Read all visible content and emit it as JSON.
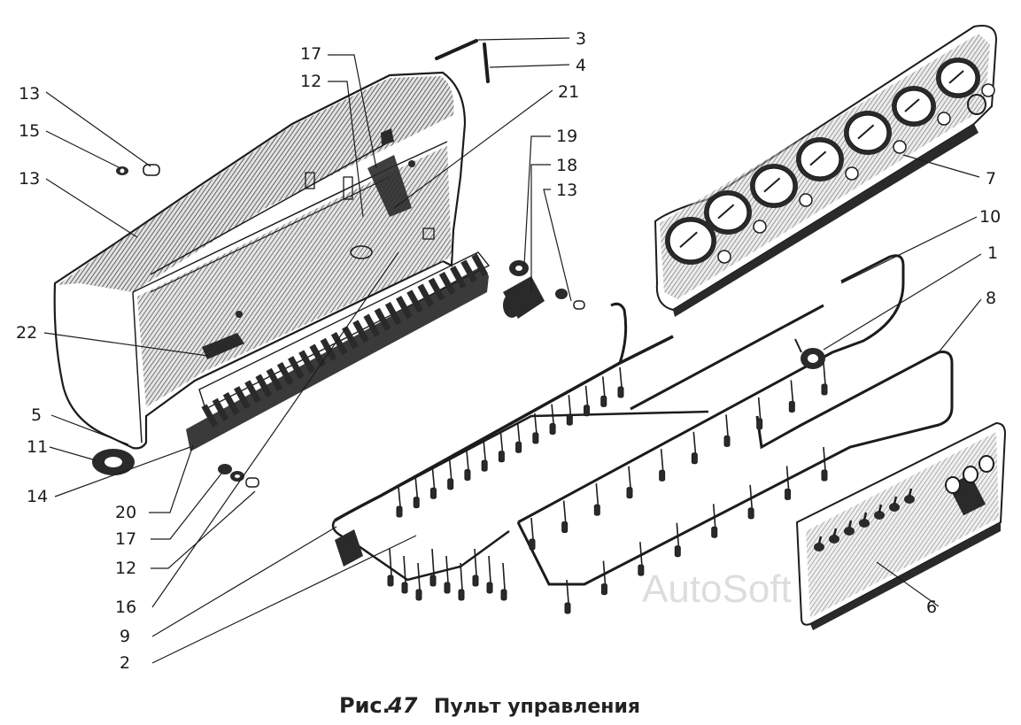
{
  "caption": {
    "prefix": "Рис.",
    "number": "47",
    "title": "Пульт управления"
  },
  "watermark": "AutoSoft",
  "labels": [
    "3",
    "4",
    "17",
    "12",
    "21",
    "13",
    "15",
    "13",
    "19",
    "18",
    "13",
    "7",
    "10",
    "1",
    "8",
    "22",
    "5",
    "11",
    "14",
    "20",
    "17",
    "12",
    "16",
    "9",
    "2",
    "6"
  ]
}
